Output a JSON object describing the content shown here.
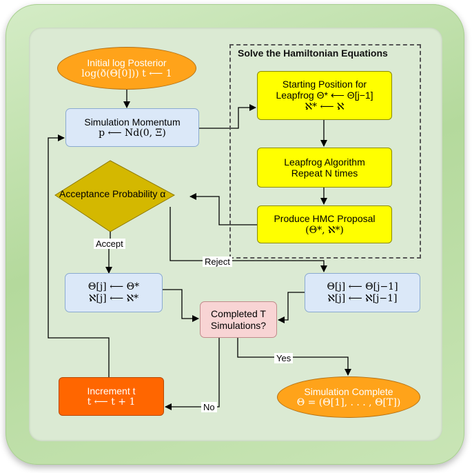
{
  "group": {
    "title": "Solve the Hamiltonian Equations"
  },
  "initial": {
    "line1": "Initial log Posterior",
    "line2": "log(ð(Θ[0])) t ⟵ 1"
  },
  "momentum": {
    "line1": "Simulation Momentum",
    "line2": "p ⟵ Nd(0, Ξ)"
  },
  "start_pos": {
    "line1": "Starting Position for",
    "line2": "Leapfrog Θ* ⟵ Θ[j−1]",
    "line3": "ℵ* ⟵ ℵ"
  },
  "leapfrog": {
    "line1": "Leapfrog Algorithm",
    "line2": "Repeat N times"
  },
  "proposal": {
    "line1": "Produce HMC Proposal",
    "line2": "(Θ*, ℵ*)"
  },
  "decision": {
    "label": "Acceptance Probability α"
  },
  "accept_box": {
    "line1": "Θ[j] ⟵ Θ*",
    "line2": "ℵ[j] ⟵ ℵ*"
  },
  "reject_box": {
    "line1": "Θ[j] ⟵ Θ[j−1]",
    "line2": "ℵ[j] ⟵ ℵ[j−1]"
  },
  "completed": {
    "line1": "Completed T",
    "line2": "Simulations?"
  },
  "increment": {
    "line1": "Increment t",
    "line2": "t ⟵ t + 1"
  },
  "complete": {
    "line1": "Simulation Complete",
    "line2": "Θ = (Θ[1], . . . , Θ[T])"
  },
  "edges": {
    "accept": "Accept",
    "reject": "Reject",
    "yes": "Yes",
    "no": "No"
  },
  "colors": {
    "yellow": "#ffff00",
    "orange": "#ffa31a",
    "increment": "#ff6600",
    "blue": "#dbe8f8",
    "pink": "#f8d4d4",
    "decision": "#d4b800"
  }
}
